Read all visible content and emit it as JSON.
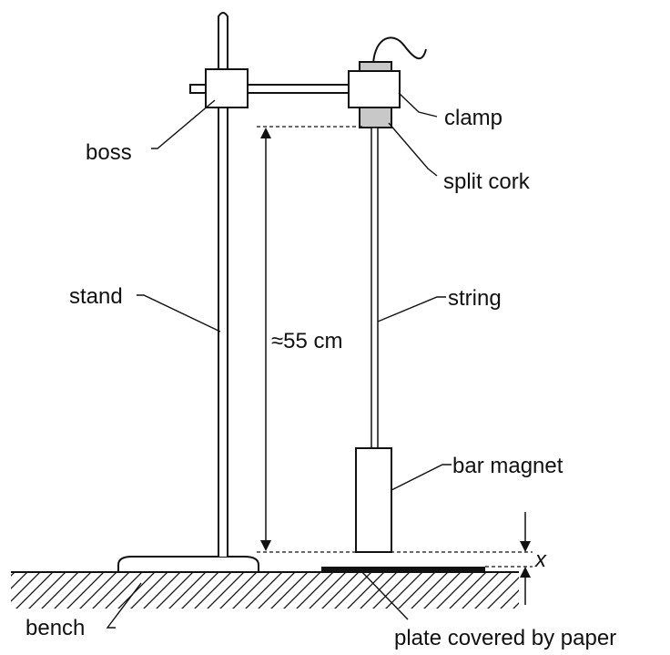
{
  "labels": {
    "boss": "boss",
    "clamp": "clamp",
    "split_cork": "split cork",
    "stand": "stand",
    "string": "string",
    "height": "≈55 cm",
    "bar_magnet": "bar magnet",
    "bench": "bench",
    "plate": "plate covered by paper",
    "gap_variable": "x"
  },
  "colors": {
    "ink": "#111111",
    "cork": "#c8c8c8",
    "plate": "#111111",
    "background": "#ffffff"
  }
}
